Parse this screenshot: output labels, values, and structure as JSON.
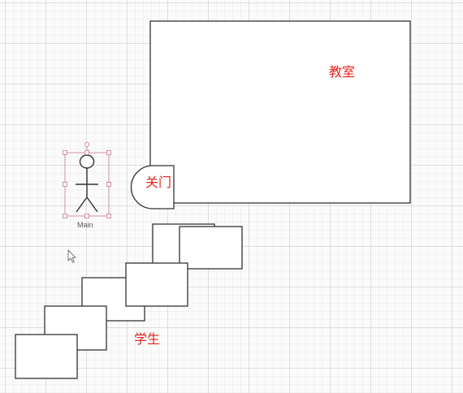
{
  "diagram": {
    "classroom_label": "教室",
    "door_label": "关门",
    "students_label": "学生",
    "actor_caption": "Main"
  },
  "colors": {
    "label": "#e8221b",
    "stroke": "#333333",
    "selection": "#c9788e",
    "pointer": "#666666"
  },
  "icons": {
    "pointer": "mouse-pointer-icon",
    "actor": "stick-figure-icon"
  }
}
